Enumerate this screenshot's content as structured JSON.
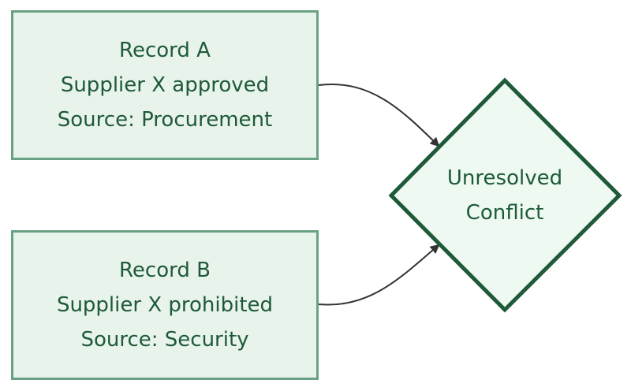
{
  "nodes": {
    "record_a": {
      "title": "Record A",
      "detail": "Supplier X approved",
      "source": "Source: Procurement"
    },
    "record_b": {
      "title": "Record B",
      "detail": "Supplier X prohibited",
      "source": "Source: Security"
    },
    "conflict": {
      "line1": "Unresolved",
      "line2": "Conflict"
    }
  },
  "edges": [
    {
      "from": "record_a",
      "to": "conflict"
    },
    {
      "from": "record_b",
      "to": "conflict"
    }
  ],
  "colors": {
    "box_fill": "#e8f3ec",
    "box_border": "#68a184",
    "diamond_fill": "#edf9f1",
    "diamond_border": "#1f5a38",
    "text": "#1e5a38",
    "arrow": "#333333"
  }
}
